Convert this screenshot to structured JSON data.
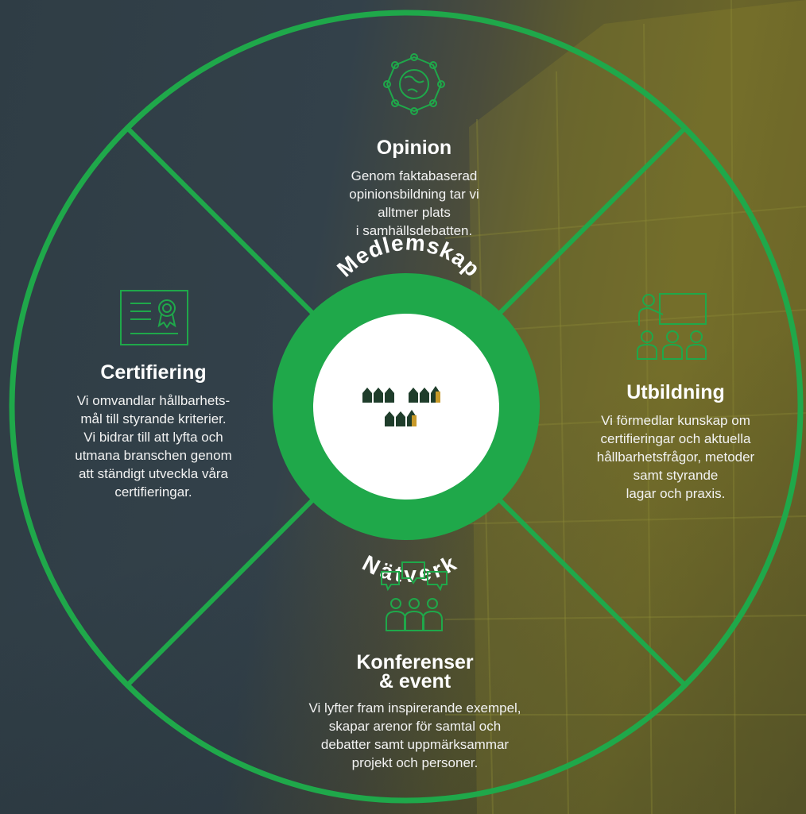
{
  "colors": {
    "accent": "#1fa84a",
    "ring": "#1fa84a",
    "text": "#ffffff",
    "center_fill": "#ffffff"
  },
  "center": {
    "top_label": "Medlemskap",
    "bottom_label": "Nätverk",
    "logo_icon": "houses-logo-icon"
  },
  "segments": {
    "opinion": {
      "icon": "globe-network-icon",
      "title": "Opinion",
      "description": "Genom faktabaserad\nopinionsbildning tar vi\nalltmer plats\ni samhällsdebatten."
    },
    "certifiering": {
      "icon": "certificate-icon",
      "title": "Certifiering",
      "description": "Vi omvandlar hållbarhets-\nmål till styrande kriterier.\nVi bidrar till att lyfta och\nutmana branschen genom\natt ständigt utveckla våra\ncertifieringar."
    },
    "utbildning": {
      "icon": "classroom-presentation-icon",
      "title": "Utbildning",
      "description": "Vi förmedlar kunskap om\ncertifieringar och aktuella\nhållbarhetsfrågor, metoder\nsamt styrande\nlagar och praxis."
    },
    "konferenser": {
      "icon": "conference-people-icon",
      "title": "Konferenser\n& event",
      "description": "Vi lyfter fram inspirerande exempel,\nskapar arenor för samtal och\ndebatter samt uppmärksammar\nprojekt och personer."
    }
  }
}
